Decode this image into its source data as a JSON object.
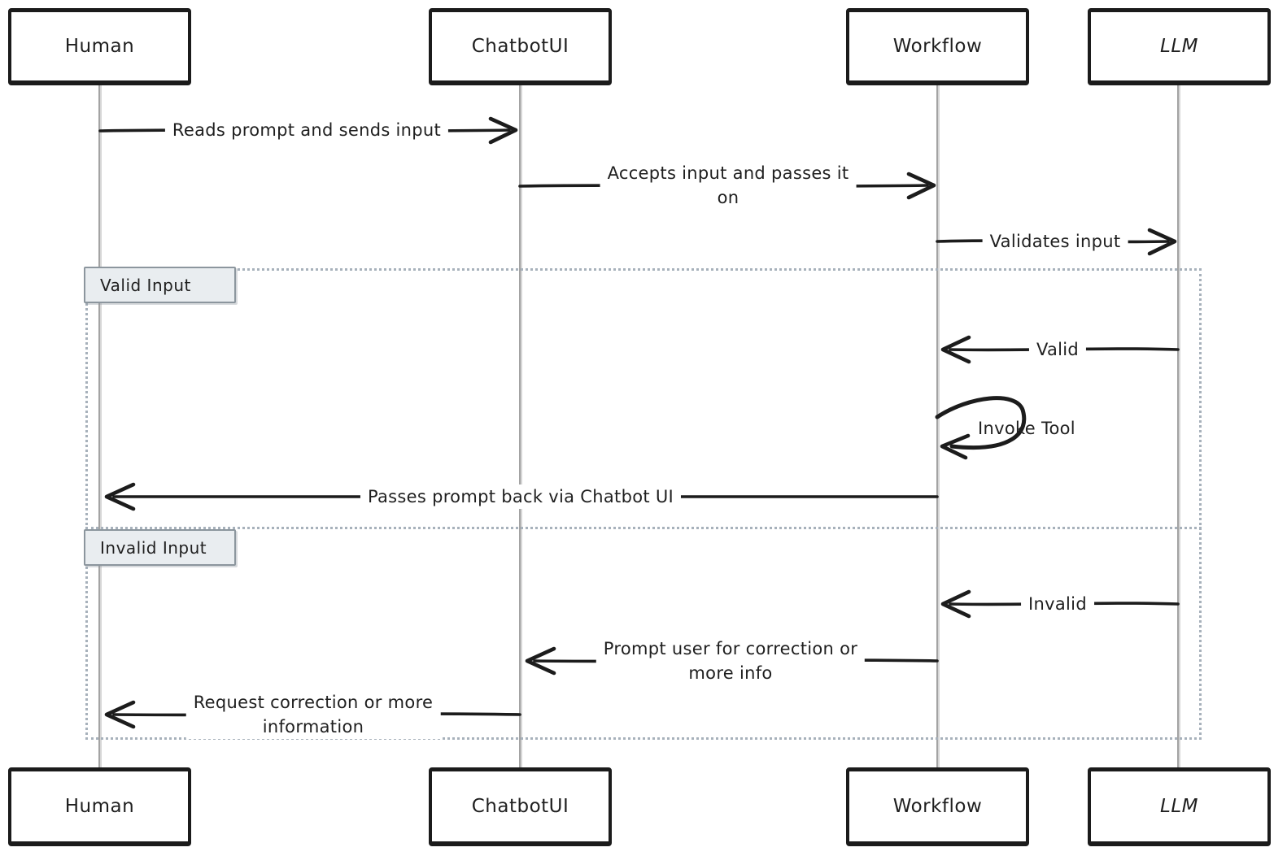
{
  "diagram": {
    "type": "sequence-diagram",
    "style": "hand-drawn",
    "actors": [
      {
        "name": "Human"
      },
      {
        "name": "ChatbotUI"
      },
      {
        "name": "Workflow"
      },
      {
        "name": "LLM"
      }
    ],
    "messages": [
      {
        "from": "Human",
        "to": "ChatbotUI",
        "direction": "right",
        "lines": [
          "Reads prompt and sends input"
        ]
      },
      {
        "from": "ChatbotUI",
        "to": "Workflow",
        "direction": "right",
        "lines": [
          "Accepts input and passes it",
          "on"
        ]
      },
      {
        "from": "Workflow",
        "to": "LLM",
        "direction": "right",
        "lines": [
          "Validates input"
        ]
      },
      {
        "from": "LLM",
        "to": "Workflow",
        "direction": "left",
        "lines": [
          "Valid"
        ]
      },
      {
        "from": "Workflow",
        "to": "Workflow",
        "direction": "self",
        "lines": [
          "Invoke Tool"
        ]
      },
      {
        "from": "Workflow",
        "to": "Human",
        "direction": "left",
        "lines": [
          "Passes prompt back via Chatbot UI"
        ]
      },
      {
        "from": "LLM",
        "to": "Workflow",
        "direction": "left",
        "lines": [
          "Invalid"
        ]
      },
      {
        "from": "Workflow",
        "to": "ChatbotUI",
        "direction": "left",
        "lines": [
          "Prompt user for correction or",
          "more info"
        ]
      },
      {
        "from": "ChatbotUI",
        "to": "Human",
        "direction": "left",
        "lines": [
          "Request correction or more",
          "information"
        ]
      }
    ],
    "frames": [
      {
        "label": "Valid Input"
      },
      {
        "label": "Invalid Input"
      }
    ],
    "colors": {
      "ink": "#1c1c1c",
      "lifeline": "#a3a3a3",
      "frame_border": "#a7b1bb",
      "frame_label_fill": "#e9edf0",
      "frame_label_border": "#8c969e",
      "background": "#ffffff"
    }
  }
}
